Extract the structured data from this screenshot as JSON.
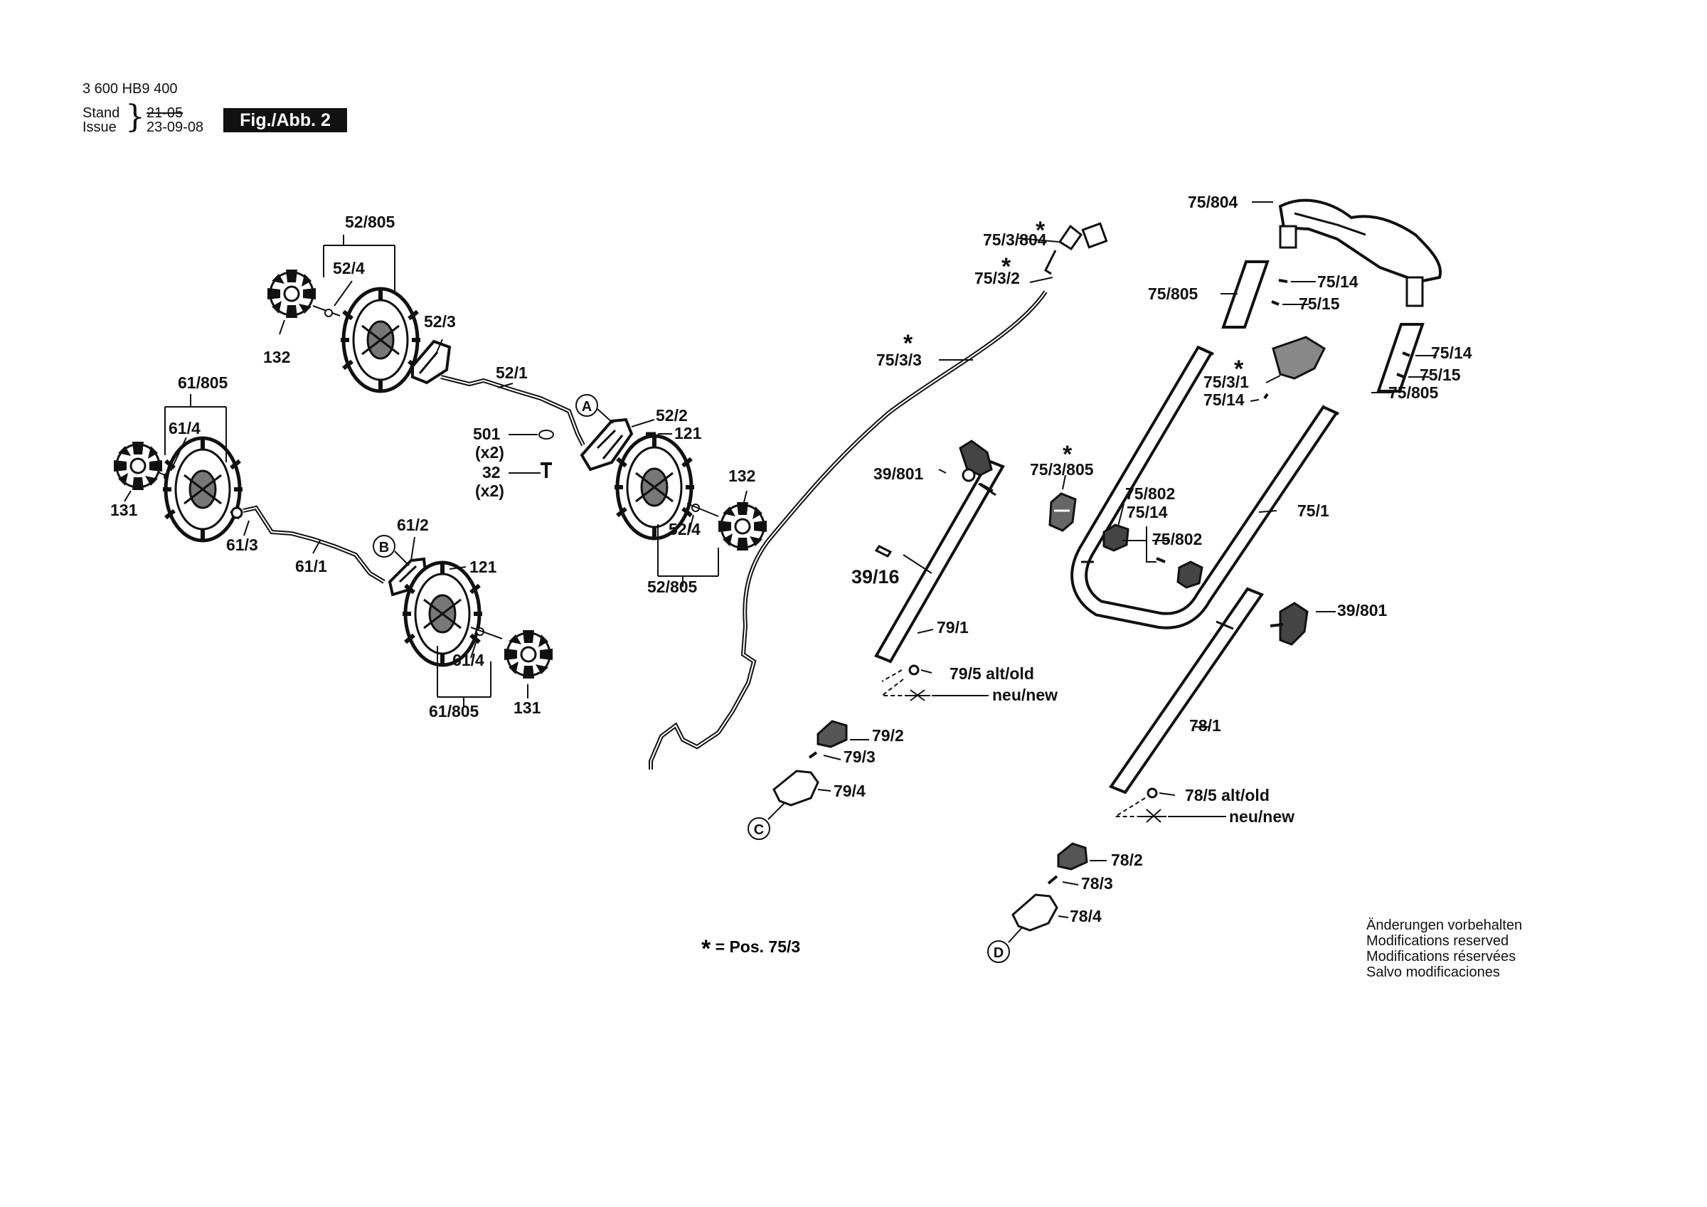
{
  "header": {
    "part_number": "3 600 HB9 400",
    "stand_label": "Stand",
    "issue_label": "Issue",
    "stand_value": "21-05",
    "issue_value": "23-09-08",
    "figure_label": "Fig./Abb. 2"
  },
  "legend": {
    "star": "*",
    "text": "= Pos. 75/3"
  },
  "notes": [
    "Änderungen vorbehalten",
    "Modifications reserved",
    "Modifications réservées",
    "Salvo modificaciones"
  ],
  "callouts": {
    "A": "A",
    "B": "B",
    "C": "C",
    "D": "D"
  },
  "labels": {
    "l52_805_top": "52/805",
    "l52_4_top": "52/4",
    "l132_top": "132",
    "l52_3": "52/3",
    "l52_1": "52/1",
    "l52_2": "52/2",
    "l121_top": "121",
    "l501": "501",
    "l501x2": "(x2)",
    "l32": "32",
    "l32x2": "(x2)",
    "l132_right": "132",
    "l52_4_bot": "52/4",
    "l52_805_bot": "52/805",
    "l61_805_top": "61/805",
    "l61_4_top": "61/4",
    "l131_left": "131",
    "l61_3": "61/3",
    "l61_1": "61/1",
    "l61_2": "61/2",
    "l121_bot": "121",
    "l61_4_bot": "61/4",
    "l61_805_bot": "61/805",
    "l131_bot": "131",
    "l75_3_804": "75/3/804",
    "l75_3_2": "75/3/2",
    "l75_3_3": "75/3/3",
    "l39_801_left": "39/801",
    "l75_3_805": "75/3/805",
    "l39_16": "39/16",
    "l79_1": "79/1",
    "l79_5": "79/5 alt/old",
    "l79_new": "neu/new",
    "l79_2": "79/2",
    "l79_3": "79/3",
    "l79_4": "79/4",
    "l75_804": "75/804",
    "l75_805_a": "75/805",
    "l75_14_a": "75/14",
    "l75_15_a": "75/15",
    "l75_14_b": "75/14",
    "l75_15_b": "75/15",
    "l75_805_b": "75/805",
    "l75_3_1": "75/3/1",
    "l75_14_c": "75/14",
    "l75_802_a": "75/802",
    "l75_14_d": "75/14",
    "l75_802_b": "75/802",
    "l75_1": "75/1",
    "l39_801_right": "39/801",
    "l78_1": "78/1",
    "l78_5": "78/5 alt/old",
    "l78_new": "neu/new",
    "l78_2": "78/2",
    "l78_3": "78/3",
    "l78_4": "78/4"
  }
}
